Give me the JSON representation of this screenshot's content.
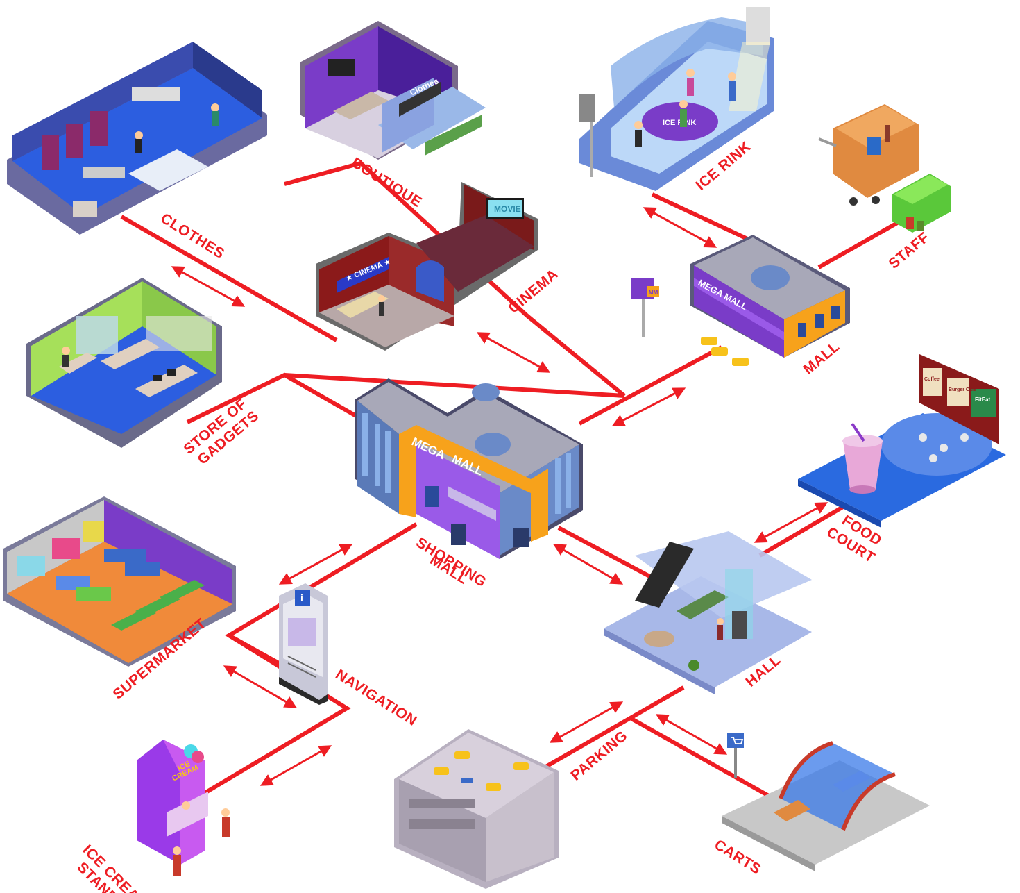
{
  "labels": {
    "clothes": "CLOTHES",
    "boutique": "BOUTIQUE",
    "ice_rink": "ICE RINK",
    "staff": "STAFF",
    "cinema": "CINEMA",
    "mall": "MALL",
    "store_of_gadgets_1": "STORE OF",
    "store_of_gadgets_2": "GADGETS",
    "shopping_mall_1": "SHOPPING",
    "shopping_mall_2": "MALL",
    "food_court_1": "FOOD",
    "food_court_2": "COURT",
    "supermarket": "SUPERMARKET",
    "navigation": "NAVIGATION",
    "hall": "HALL",
    "ice_cream_stand_1": "ICE CREAM",
    "ice_cream_stand_2": "STAND",
    "parking": "PARKING",
    "carts": "CARTS"
  },
  "signs": {
    "boutique_sign": "Clothes",
    "cinema_sign": "★ CINEMA ★",
    "cinema_screen": "MOVIE",
    "mega_mall_small": "MEGA MALL",
    "mega_mall_big_1": "MEGA",
    "mega_mall_big_2": "MALL",
    "ice_cream_sign_1": "ICE",
    "ice_cream_sign_2": "CREAM",
    "food_stall_1": "Coffee",
    "food_stall_2": "Burger Cafe",
    "food_stall_3": "FitEat",
    "rink_floor": "ICE RINK",
    "mm_pole": "MM",
    "info_icon": "i"
  },
  "colors": {
    "accent_red": "#ee1d23",
    "floor_blue": "#2f5fd0",
    "mall_purple": "#8a4fd8",
    "mall_orange": "#f7a21b",
    "wall_dark_red": "#8b1a1a",
    "gadget_green": "#a6e05a"
  },
  "icons": [
    "info-icon",
    "cart-icon",
    "escalator-icon",
    "taxi-icon"
  ]
}
